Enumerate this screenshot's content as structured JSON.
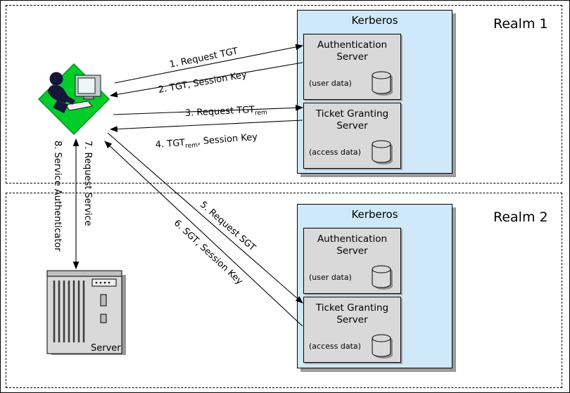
{
  "realm1": {
    "label": "Realm 1",
    "kerberos": {
      "title": "Kerberos",
      "auth_server": {
        "title": "Authentication Server",
        "note": "(user data)"
      },
      "ticket_server": {
        "title": "Ticket Granting Server",
        "note": "(access data)"
      }
    }
  },
  "realm2": {
    "label": "Realm 2",
    "kerberos": {
      "title": "Kerberos",
      "auth_server": {
        "title": "Authentication Server",
        "note": "(user data)"
      },
      "ticket_server": {
        "title": "Ticket Granting Server",
        "note": "(access data)"
      }
    }
  },
  "server": {
    "label": "Server"
  },
  "arrows": {
    "a1": {
      "label": "1. Request TGT"
    },
    "a2": {
      "label": "2. TGT, Session Key"
    },
    "a3": {
      "pre": "3. Request TGT",
      "sub": "rem"
    },
    "a4": {
      "pre": "4. TGT",
      "sub": "rem",
      "post": ", Session Key"
    },
    "a5": {
      "label": "5. Request SGT"
    },
    "a6": {
      "label": "6. SGT, Session Key"
    },
    "a7": {
      "label": "7. Request Service"
    },
    "a8": {
      "label": "8. Service Authenticator"
    }
  },
  "colors": {
    "kerberos_fill": "#cfe9fb",
    "box_fill": "#d9d9d9",
    "diamond_green": "#00cc2a",
    "shadow_gray": "#9c9c9c"
  }
}
